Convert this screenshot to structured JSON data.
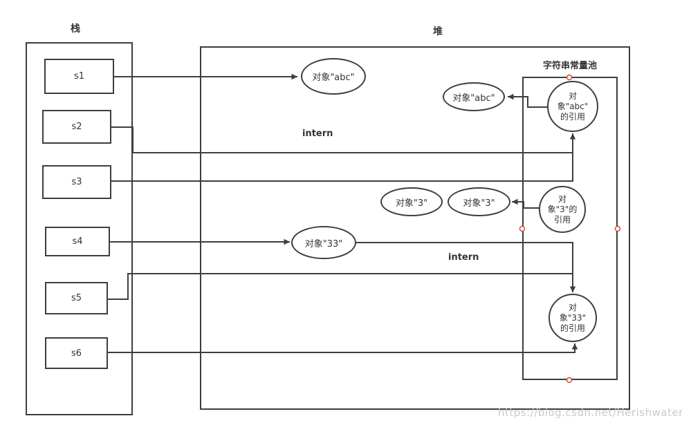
{
  "labels": {
    "stack_title": "栈",
    "heap_title": "堆",
    "pool_title": "字符串常量池",
    "intern_top": "intern",
    "intern_bottom": "intern",
    "watermark": "https://blog.csdn.net/Herishwater"
  },
  "stack": {
    "items": [
      {
        "label": "s1"
      },
      {
        "label": "s2"
      },
      {
        "label": "s3"
      },
      {
        "label": "s4"
      },
      {
        "label": "s5"
      },
      {
        "label": "s6"
      }
    ]
  },
  "heap": {
    "objects": [
      {
        "label": "对象\"abc\""
      },
      {
        "label": "对象\"abc\""
      },
      {
        "label": "对象\"3\""
      },
      {
        "label": "对象\"3\""
      },
      {
        "label": "对象\"33\""
      }
    ]
  },
  "pool": {
    "refs": [
      {
        "lines": [
          "对",
          "象\"abc\"",
          "的引用"
        ]
      },
      {
        "lines": [
          "对",
          "象\"3\"的",
          "引用"
        ]
      },
      {
        "lines": [
          "对",
          "象\"33\"",
          "的引用"
        ]
      }
    ]
  },
  "colors": {
    "line": "#3d3d3d",
    "text": "#333333",
    "handle": "#cf4637",
    "watermark": "#c9c9c9"
  }
}
